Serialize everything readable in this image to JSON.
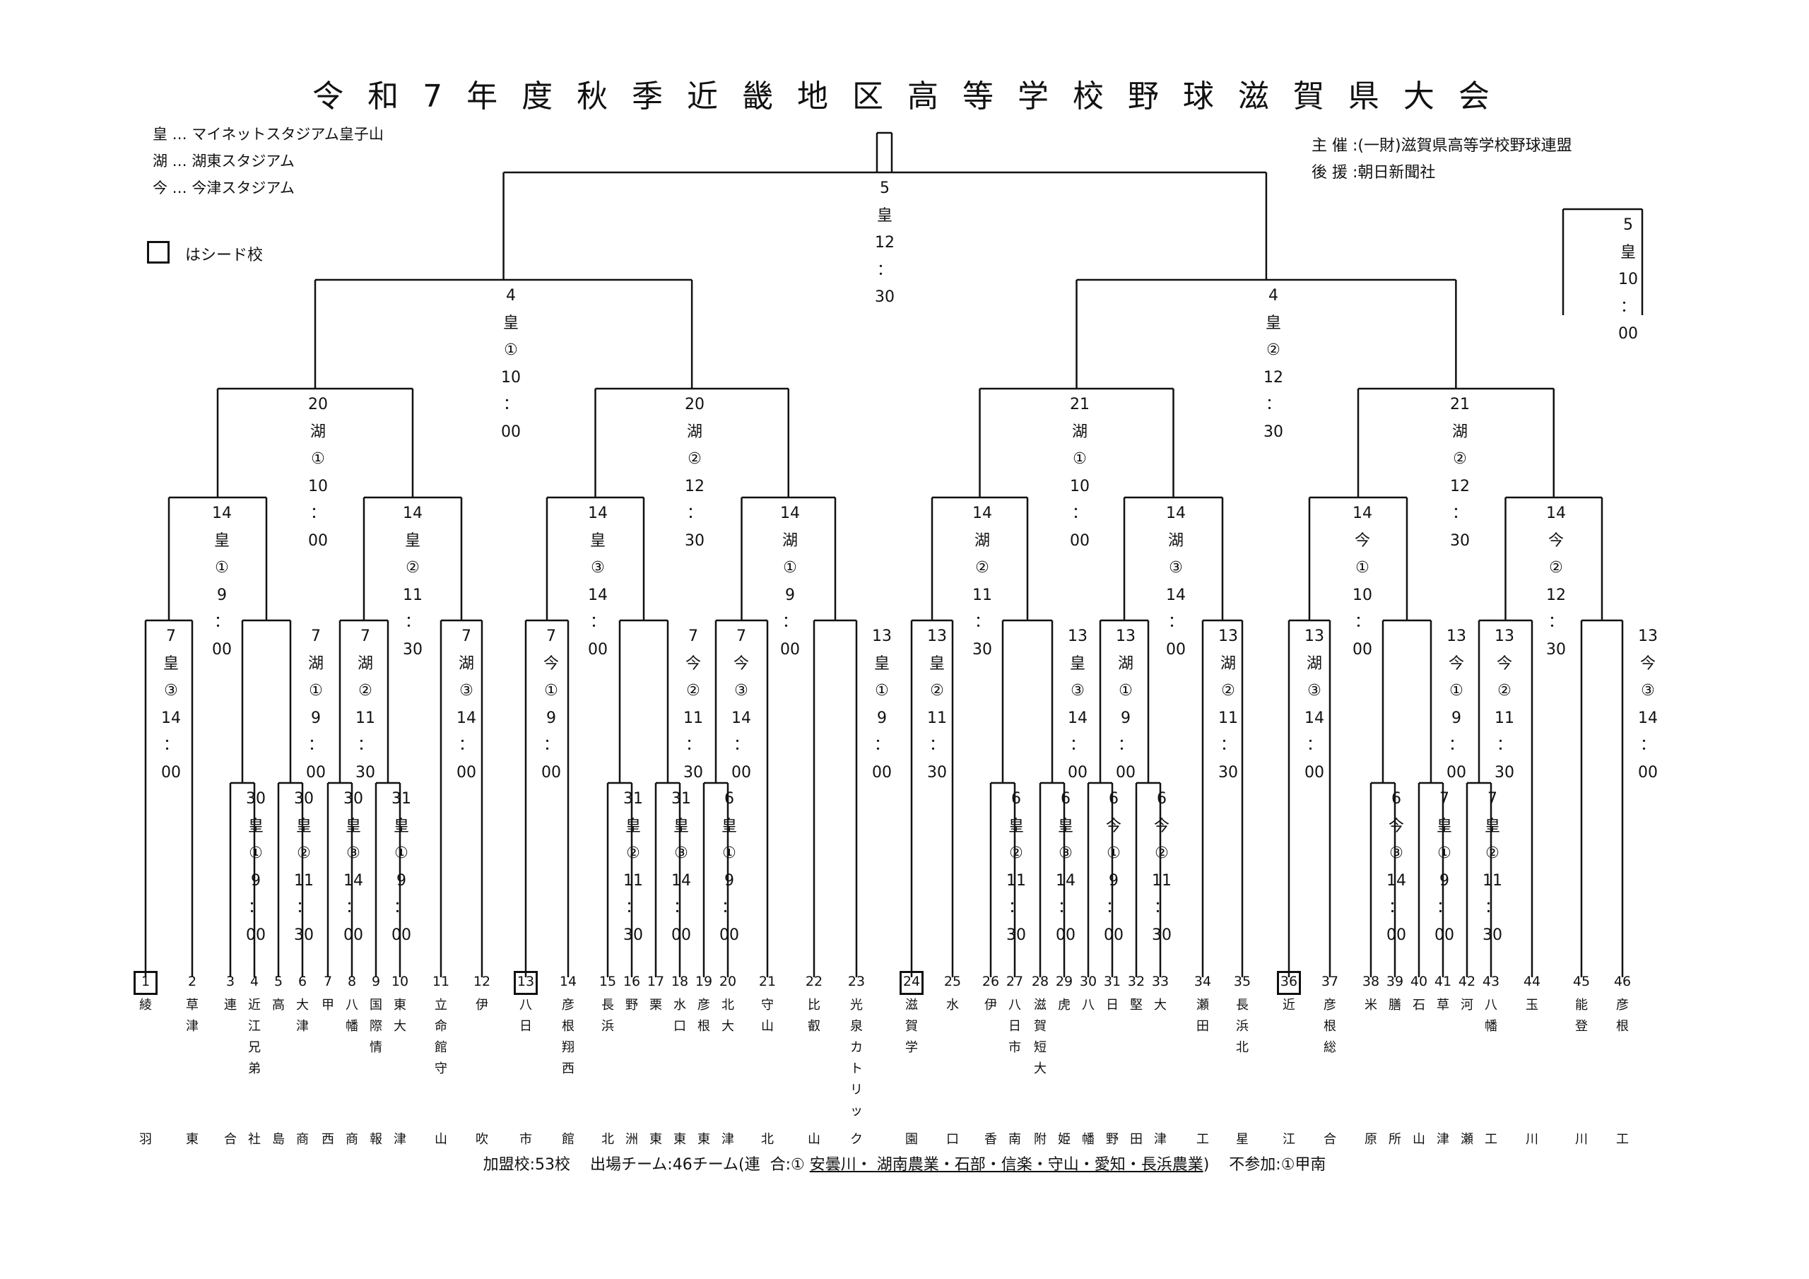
{
  "title": "令 和 7 年 度  秋 季 近 畿 地 区 高 等 学 校 野 球 滋 賀 県 大 会",
  "legend": [
    {
      "key": "皇",
      "value": "マイネットスタジアム皇子山"
    },
    {
      "key": "湖",
      "value": "湖東スタジアム"
    },
    {
      "key": "今",
      "value": "今津スタジアム"
    }
  ],
  "legend_separator": "…",
  "seed_note": "はシード校",
  "organizer": "主 催 :(一財)滋賀県高等学校野球連盟",
  "sponsor": "後 援 :朝日新聞社",
  "teams": [
    {
      "no": "1",
      "name": "綾羽",
      "seed": true
    },
    {
      "no": "2",
      "name": "草津東"
    },
    {
      "no": "3",
      "name": "連合"
    },
    {
      "no": "4",
      "name": "近江兄弟社"
    },
    {
      "no": "5",
      "name": "高島"
    },
    {
      "no": "6",
      "name": "大津商"
    },
    {
      "no": "7",
      "name": "甲西"
    },
    {
      "no": "8",
      "name": "八幡商"
    },
    {
      "no": "9",
      "name": "国際情報"
    },
    {
      "no": "10",
      "name": "東大津"
    },
    {
      "no": "11",
      "name": "立命館守山"
    },
    {
      "no": "12",
      "name": "伊吹"
    },
    {
      "no": "13",
      "name": "八日市",
      "seed": true
    },
    {
      "no": "14",
      "name": "彦根翔西館"
    },
    {
      "no": "15",
      "name": "長浜北"
    },
    {
      "no": "16",
      "name": "野洲"
    },
    {
      "no": "17",
      "name": "栗東"
    },
    {
      "no": "18",
      "name": "水口東"
    },
    {
      "no": "19",
      "name": "彦根東"
    },
    {
      "no": "20",
      "name": "北大津"
    },
    {
      "no": "21",
      "name": "守山北"
    },
    {
      "no": "22",
      "name": "比叡山"
    },
    {
      "no": "23",
      "name": "光泉カトリック"
    },
    {
      "no": "24",
      "name": "滋賀学園",
      "seed": true
    },
    {
      "no": "25",
      "name": "水口"
    },
    {
      "no": "26",
      "name": "伊香"
    },
    {
      "no": "27",
      "name": "八日市南"
    },
    {
      "no": "28",
      "name": "滋賀短大附"
    },
    {
      "no": "29",
      "name": "虎姫"
    },
    {
      "no": "30",
      "name": "八幡"
    },
    {
      "no": "31",
      "name": "日野"
    },
    {
      "no": "32",
      "name": "堅田"
    },
    {
      "no": "33",
      "name": "大津"
    },
    {
      "no": "34",
      "name": "瀬田工"
    },
    {
      "no": "35",
      "name": "長浜北星"
    },
    {
      "no": "36",
      "name": "近江",
      "seed": true
    },
    {
      "no": "37",
      "name": "彦根総合"
    },
    {
      "no": "38",
      "name": "米原"
    },
    {
      "no": "39",
      "name": "膳所"
    },
    {
      "no": "40",
      "name": "石山"
    },
    {
      "no": "41",
      "name": "草津"
    },
    {
      "no": "42",
      "name": "河瀬"
    },
    {
      "no": "43",
      "name": "八幡工"
    },
    {
      "no": "44",
      "name": "玉川"
    },
    {
      "no": "45",
      "name": "能登川"
    },
    {
      "no": "46",
      "name": "彦根工"
    }
  ],
  "games": [
    {
      "id": "f",
      "t": [
        "5",
        "皇",
        "12",
        "：",
        "30"
      ]
    },
    {
      "id": "s3",
      "t": [
        "5",
        "皇",
        "10",
        "：",
        "00"
      ]
    },
    {
      "id": "sf1",
      "t": [
        "4",
        "皇",
        "①",
        "10",
        "：",
        "00"
      ]
    },
    {
      "id": "sf2",
      "t": [
        "4",
        "皇",
        "②",
        "12",
        "：",
        "30"
      ]
    },
    {
      "id": "q1",
      "t": [
        "20",
        "湖",
        "①",
        "10",
        "：",
        "00"
      ]
    },
    {
      "id": "q2",
      "t": [
        "20",
        "湖",
        "②",
        "12",
        "：",
        "30"
      ]
    },
    {
      "id": "q3",
      "t": [
        "21",
        "湖",
        "①",
        "10",
        "：",
        "00"
      ]
    },
    {
      "id": "q4",
      "t": [
        "21",
        "湖",
        "②",
        "12",
        "：",
        "30"
      ]
    },
    {
      "id": "r1",
      "t": [
        "14",
        "皇",
        "①",
        "9",
        "：",
        "00"
      ]
    },
    {
      "id": "r2",
      "t": [
        "14",
        "皇",
        "②",
        "11",
        "：",
        "30"
      ]
    },
    {
      "id": "r3",
      "t": [
        "14",
        "皇",
        "③",
        "14",
        "：",
        "00"
      ]
    },
    {
      "id": "r4",
      "t": [
        "14",
        "湖",
        "①",
        "9",
        "：",
        "00"
      ]
    },
    {
      "id": "r5",
      "t": [
        "14",
        "湖",
        "②",
        "11",
        "：",
        "30"
      ]
    },
    {
      "id": "r6",
      "t": [
        "14",
        "湖",
        "③",
        "14",
        "：",
        "00"
      ]
    },
    {
      "id": "r7",
      "t": [
        "14",
        "今",
        "①",
        "10",
        "：",
        "00"
      ]
    },
    {
      "id": "r8",
      "t": [
        "14",
        "今",
        "②",
        "12",
        "：",
        "30"
      ]
    },
    {
      "id": "a1",
      "t": [
        "7",
        "皇",
        "③",
        "14",
        "：",
        "00"
      ]
    },
    {
      "id": "a2",
      "t": [
        "7",
        "湖",
        "①",
        "9",
        "：",
        "00"
      ]
    },
    {
      "id": "a3",
      "t": [
        "7",
        "湖",
        "②",
        "11",
        "：",
        "30"
      ]
    },
    {
      "id": "a4",
      "t": [
        "7",
        "湖",
        "③",
        "14",
        "：",
        "00"
      ]
    },
    {
      "id": "a5",
      "t": [
        "7",
        "今",
        "①",
        "9",
        "：",
        "00"
      ]
    },
    {
      "id": "a6",
      "t": [
        "7",
        "今",
        "②",
        "11",
        "：",
        "30"
      ]
    },
    {
      "id": "a7",
      "t": [
        "7",
        "今",
        "③",
        "14",
        "：",
        "00"
      ]
    },
    {
      "id": "a8",
      "t": [
        "13",
        "皇",
        "①",
        "9",
        "：",
        "00"
      ]
    },
    {
      "id": "a9",
      "t": [
        "13",
        "皇",
        "②",
        "11",
        "：",
        "30"
      ]
    },
    {
      "id": "a10",
      "t": [
        "13",
        "皇",
        "③",
        "14",
        "：",
        "00"
      ]
    },
    {
      "id": "a11",
      "t": [
        "13",
        "湖",
        "①",
        "9",
        "：",
        "00"
      ]
    },
    {
      "id": "a12",
      "t": [
        "13",
        "湖",
        "②",
        "11",
        "：",
        "30"
      ]
    },
    {
      "id": "a13",
      "t": [
        "13",
        "湖",
        "③",
        "14",
        "：",
        "00"
      ]
    },
    {
      "id": "a14",
      "t": [
        "13",
        "今",
        "①",
        "9",
        "：",
        "00"
      ]
    },
    {
      "id": "a15",
      "t": [
        "13",
        "今",
        "②",
        "11",
        "：",
        "30"
      ]
    },
    {
      "id": "a16",
      "t": [
        "13",
        "今",
        "③",
        "14",
        "：",
        "00"
      ]
    },
    {
      "id": "b1",
      "t": [
        "30",
        "皇",
        "①",
        "9",
        "：",
        "00"
      ]
    },
    {
      "id": "b2",
      "t": [
        "30",
        "皇",
        "②",
        "11",
        "：",
        "30"
      ]
    },
    {
      "id": "b3",
      "t": [
        "30",
        "皇",
        "③",
        "14",
        "：",
        "00"
      ]
    },
    {
      "id": "b4",
      "t": [
        "31",
        "皇",
        "①",
        "9",
        "：",
        "00"
      ]
    },
    {
      "id": "b5",
      "t": [
        "31",
        "皇",
        "②",
        "11",
        "：",
        "30"
      ]
    },
    {
      "id": "b6",
      "t": [
        "31",
        "皇",
        "③",
        "14",
        "：",
        "00"
      ]
    },
    {
      "id": "b7",
      "t": [
        "6",
        "皇",
        "①",
        "9",
        "：",
        "00"
      ]
    },
    {
      "id": "b8",
      "t": [
        "6",
        "皇",
        "②",
        "11",
        "：",
        "30"
      ]
    },
    {
      "id": "b9",
      "t": [
        "6",
        "皇",
        "③",
        "14",
        "：",
        "00"
      ]
    },
    {
      "id": "b10",
      "t": [
        "6",
        "今",
        "①",
        "9",
        "：",
        "00"
      ]
    },
    {
      "id": "b11",
      "t": [
        "6",
        "今",
        "②",
        "11",
        "：",
        "30"
      ]
    },
    {
      "id": "b12",
      "t": [
        "6",
        "今",
        "③",
        "14",
        "：",
        "00"
      ]
    },
    {
      "id": "b13",
      "t": [
        "7",
        "皇",
        "①",
        "9",
        "：",
        "00"
      ]
    },
    {
      "id": "b14",
      "t": [
        "7",
        "皇",
        "②",
        "11",
        "：",
        "30"
      ]
    }
  ],
  "footer": {
    "pre": "加盟校:53校    出場チーム:46チーム(連  合:① ",
    "underlined": "安曇川・ 湖南農業・石部・信楽・守山・愛知・長浜農業",
    "post": ")    不参加:①甲南"
  }
}
